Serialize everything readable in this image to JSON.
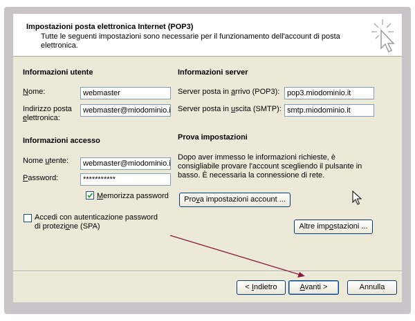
{
  "header": {
    "title": "Impostazioni posta elettronica Internet (POP3)",
    "subtitle": "Tutte le seguenti impostazioni sono necessarie per il funzionamento dell'account di posta elettronica."
  },
  "user_info": {
    "heading": "Informazioni utente",
    "name_label_u": "N",
    "name_label_rest": "ome:",
    "name_value": "webmaster",
    "email_label_line1": "Indirizzo posta",
    "email_label_u": "e",
    "email_label_line2_rest": "lettronica:",
    "email_value": "webmaster@miodominio.it"
  },
  "login_info": {
    "heading": "Informazioni accesso",
    "username_label_pre": "Nome ",
    "username_label_u": "u",
    "username_label_post": "tente:",
    "username_value": "webmaster@miodominio.it",
    "password_label_u": "P",
    "password_label_rest": "assword:",
    "password_value": "***********",
    "remember_label_u": "M",
    "remember_label_rest": "emorizza password",
    "remember_checked": true,
    "spa_label_line1": "Accedi con autenticazione password",
    "spa_label_line2_pre": "di protezi",
    "spa_label_line2_u": "o",
    "spa_label_line2_post": "ne (SPA)",
    "spa_checked": false
  },
  "server_info": {
    "heading": "Informazioni server",
    "incoming_label_pre": "Server posta in ",
    "incoming_label_u": "a",
    "incoming_label_post": "rrivo (POP3):",
    "incoming_value": "pop3.miodominio.it",
    "outgoing_label_pre": "Server posta in ",
    "outgoing_label_u": "u",
    "outgoing_label_post": "scita (SMTP):",
    "outgoing_value": "smtp.miodominio.it"
  },
  "test_settings": {
    "heading": "Prova impostazioni",
    "description_line1": "Dopo aver immesso le informazioni richieste, è",
    "description_line2": "consigliabile provare l'account scegliendo il pulsante in",
    "description_line3": "basso. È necessaria la connessione di rete.",
    "test_button_pre": "Pro",
    "test_button_u": "v",
    "test_button_post": "a impostazioni account ...",
    "more_button_pre": "Altre imp",
    "more_button_u": "o",
    "more_button_post": "stazioni ..."
  },
  "footer": {
    "back_pre": "< ",
    "back_u": "I",
    "back_post": "ndietro",
    "next_u": "A",
    "next_post": "vanti >",
    "cancel_label": "Annulla"
  },
  "colors": {
    "dialog_bg": "#ece9d8",
    "frame_bg": "#c9c4c8",
    "annotation_arrow": "#8b1a3a",
    "check_mark": "#21a121"
  }
}
